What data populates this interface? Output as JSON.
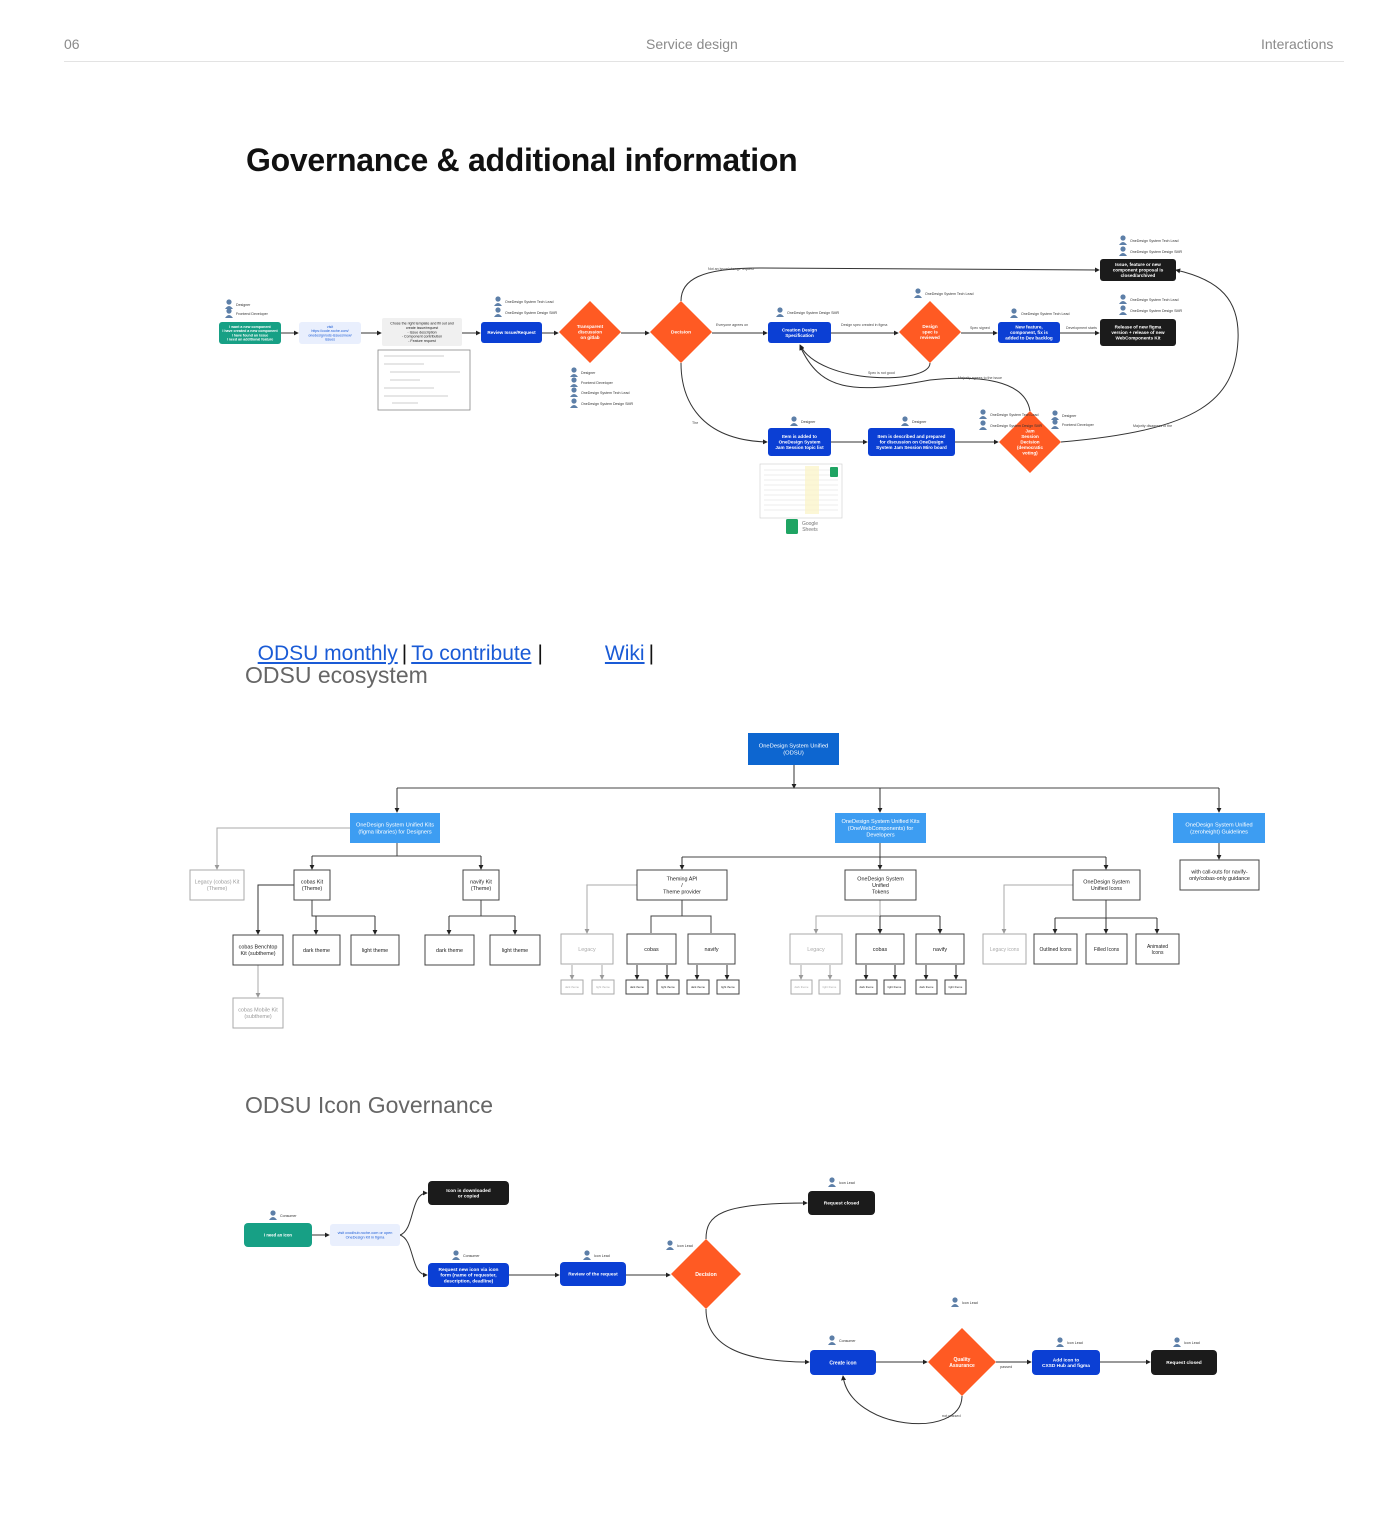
{
  "header": {
    "page_number": "06",
    "section": "Service design",
    "chapter": "Interactions"
  },
  "title": "Governance & additional information",
  "links": {
    "monthly": "ODSU monthly",
    "contribute": "To contribute",
    "wiki": "Wiki",
    "sep": "|"
  },
  "ecosystem_heading": "ODSU ecosystem",
  "icon_heading": "ODSU Icon Governance",
  "flow1": {
    "start": [
      "I want a new component",
      "I have created a new component",
      "I have found an issue",
      "I need an additional feature"
    ],
    "visit": [
      "visit",
      "https://code.roche.com/",
      "onedesign/ods-issues/new/",
      "issues"
    ],
    "template": [
      "Chose the right template and fill out and",
      "create issue/request",
      "- Issue description",
      "- Component contribution",
      "- Feature request"
    ],
    "review": "Review Issue/Request",
    "transparent": [
      "Transparent",
      "discussion",
      "on gitlab"
    ],
    "decision": "Decision",
    "creation": [
      "Creation Design",
      "Specification"
    ],
    "spec": [
      "Design",
      "spec is",
      "reviewed"
    ],
    "new_feature": [
      "New feature,",
      "component, fix is",
      "added to Dev backlog"
    ],
    "release": [
      "Release of new figma",
      "version + release of new",
      "WebComponents Kit"
    ],
    "closed": [
      "Issue, feature or new",
      "component proposal is",
      "closed/archived"
    ],
    "jam_add": [
      "Item is added to",
      "OneDesign System",
      "Jam Session topic list"
    ],
    "jam_desc": [
      "Item is described and prepared",
      "for discussion on OneDesign",
      "System Jam Session Miro board"
    ],
    "jam_decision": [
      "Jam",
      "Session",
      "Decision",
      "(democratic",
      "voting)"
    ],
    "sheets": [
      "Google",
      "Sheets"
    ],
    "roles": {
      "designer": "Designer",
      "frontend": "Frontend Developer",
      "tech_lead": "OneDesign System Tech Lead",
      "design_smr": "OneDesign System Design SMR"
    }
  },
  "eco": {
    "root": [
      "OneDesign System Unified",
      "(ODSU)"
    ],
    "kits_designers": [
      "OneDesign System Unified Kits",
      "(figma libraries) for Designers"
    ],
    "kits_devs": [
      "OneDesign System Unified Kits",
      "(OneWebComponents) for",
      "Developers"
    ],
    "guidelines": [
      "OneDesign System Unified",
      "(zeroheight) Guidelines"
    ],
    "legacy_kit": [
      "Legacy (cobas) Kit",
      "(Theme)"
    ],
    "cobas_kit": [
      "cobas Kit",
      "(Theme)"
    ],
    "navify_kit": [
      "navify Kit",
      "(Theme)"
    ],
    "benchtop": [
      "cobas Benchtop",
      "Kit (subtheme)"
    ],
    "mobile": [
      "cobas Mobile Kit",
      "(subtheme)"
    ],
    "dark_theme": "dark theme",
    "light_theme": "light theme",
    "theming": [
      "Theming API",
      "/",
      "Theme provider"
    ],
    "tokens": [
      "OneDesign System",
      "Unified",
      "Tokens"
    ],
    "icons": [
      "OneDesign System",
      "Unified Icons"
    ],
    "callouts": [
      "with call-outs for navify-",
      "only/cobas-only guidance"
    ],
    "legacy": "Legacy",
    "cobas": "cobas",
    "navify": "navify",
    "legacy_icons": "Legacy icons",
    "outlined": "Outlined Icons",
    "filled": "Filled Icons",
    "animated": [
      "Animated",
      "Icons"
    ],
    "dark_small": "dark theme",
    "light_small": "light theme"
  },
  "icon_flow": {
    "need": "I need an icon",
    "visit": [
      "visit cxodhub.roche.com or open",
      "OneDesign Kit in figma"
    ],
    "downloaded": [
      "Icon is downloaded",
      "or copied"
    ],
    "request_new": [
      "Request new icon via icon",
      "form (name of requester,",
      "description, deadline)"
    ],
    "review": "Review of the request",
    "decision": "Decision",
    "req_closed": "Request closed",
    "create": "Create icon",
    "qa": [
      "Quality",
      "Assurance"
    ],
    "add": [
      "Add icon to",
      "CXSD Hub and figma"
    ],
    "req_closed2": "Request closed",
    "consumer": "Consumer",
    "icon_lead": "Icon Lead",
    "passed": "passed",
    "not_passed": "not passed"
  },
  "colors": {
    "green": "#17a085",
    "blue": "#0b3fd4",
    "orange": "#ff5a23",
    "black": "#1b1b1b",
    "eco_dark": "#0d66d0",
    "eco_light": "#3d9df2"
  }
}
